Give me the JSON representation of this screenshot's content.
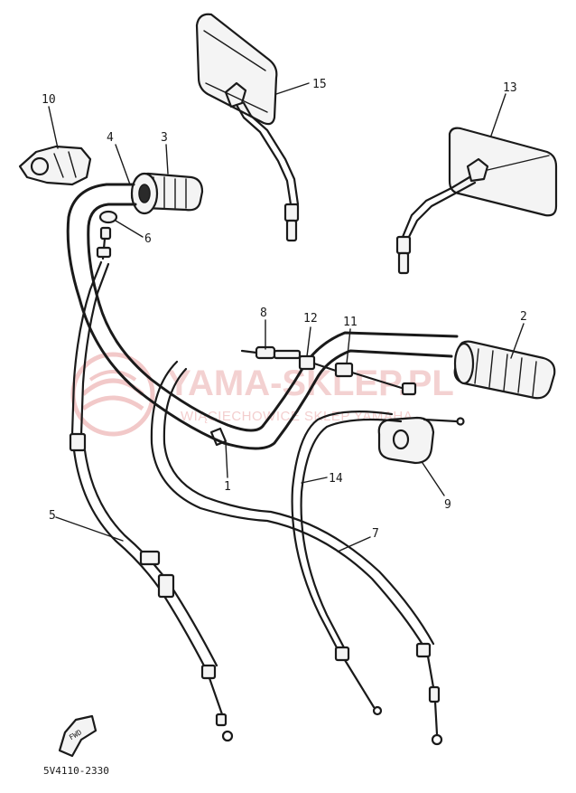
{
  "watermark": {
    "title": "YAMA-SKLEP.PL",
    "subtitle": "WIĄCIECHOWICE SKLEP YAMAHA",
    "color": "#e8a0a0"
  },
  "diagram_code": "5V4110-2330",
  "fwd_label": "FWD",
  "callouts": {
    "c1": "1",
    "c2": "2",
    "c3": "3",
    "c4": "4",
    "c5": "5",
    "c6": "6",
    "c7": "7",
    "c8": "8",
    "c9": "9",
    "c10": "10",
    "c11": "11",
    "c12": "12",
    "c13": "13",
    "c14": "14",
    "c15": "15"
  }
}
